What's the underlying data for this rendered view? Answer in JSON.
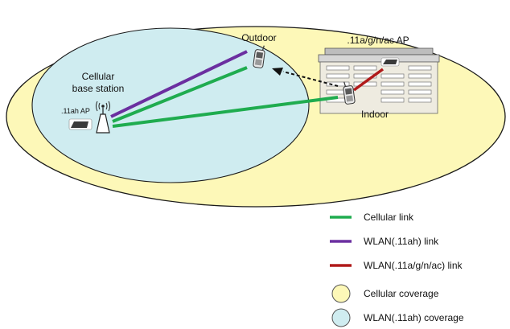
{
  "labels": {
    "outdoor": "Outdoor",
    "indoor": "Indoor",
    "base_station_line1": "Cellular",
    "base_station_line2": "base station",
    "ah_ap": ".11ah AP",
    "acn_ap": ".11a/g/n/ac AP"
  },
  "legend": [
    {
      "kind": "line",
      "color": "#1fac4f",
      "label": "Cellular link"
    },
    {
      "kind": "line",
      "color": "#6b2fa0",
      "label": "WLAN(.11ah) link"
    },
    {
      "kind": "line",
      "color": "#b01a1a",
      "label": "WLAN(.11a/g/n/ac) link"
    },
    {
      "kind": "circle",
      "color": "#fdf8b8",
      "label": "Cellular coverage"
    },
    {
      "kind": "circle",
      "color": "#cfecf0",
      "label": "WLAN(.11ah) coverage"
    }
  ],
  "colors": {
    "cellular_coverage": "#fdf8b8",
    "wlan_ah_coverage": "#cfecf0",
    "cellular_link": "#1fac4f",
    "wlan_ah_link": "#6b2fa0",
    "wlan_acn_link": "#b01a1a"
  },
  "icons": [
    "base-station-icon",
    "router-icon",
    "phone-icon",
    "building-icon"
  ]
}
